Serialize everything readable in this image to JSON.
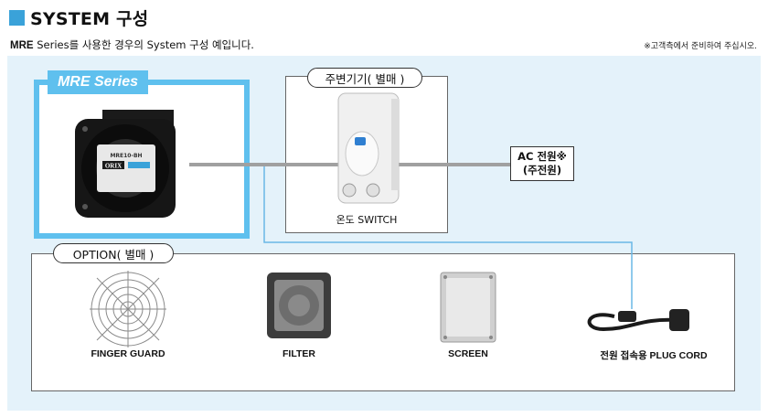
{
  "header": {
    "title": "SYSTEM 구성",
    "subtitle_brand": "MRE",
    "subtitle_rest": " Series를 사용한 경우의 System 구성 예입니다.",
    "note": "※고객측에서 준비하여 주십시오."
  },
  "product": {
    "series_label": "MRE Series",
    "fan_brand": "ORIX",
    "fan_model": "MRE10-BH"
  },
  "peripheral": {
    "group_label": "주변기기( 별매 )",
    "switch_label": "온도 SWITCH"
  },
  "power": {
    "line1": "AC 전원※",
    "line2": "(주전원)"
  },
  "options": {
    "group_label": "OPTION( 별매 )",
    "items": [
      {
        "label": "FINGER GUARD",
        "icon": "finger-guard-icon"
      },
      {
        "label": "FILTER",
        "icon": "filter-icon"
      },
      {
        "label": "SCREEN",
        "icon": "screen-icon"
      },
      {
        "label": "전원 접속용 PLUG CORD",
        "icon": "plug-cord-icon"
      }
    ]
  },
  "colors": {
    "accent": "#3aa2d9",
    "product_border": "#5fc0ee",
    "panel_bg": "#e4f2fa",
    "connector_line": "#a0a0a0",
    "cord_line": "#6ab8e6"
  }
}
